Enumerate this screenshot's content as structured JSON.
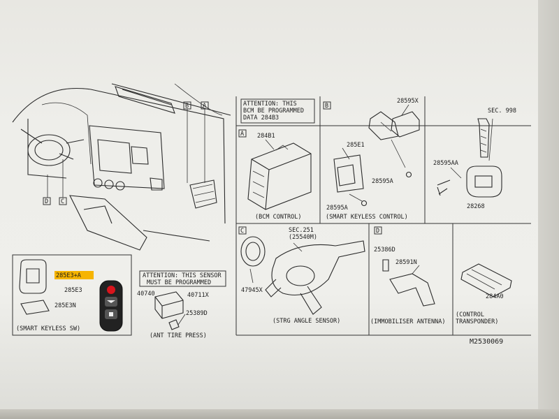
{
  "page_code": "M2530069",
  "attention_bcm": [
    "ATTENTION: THIS",
    "BCM BE PROGRAMMED",
    "DATA 284B3"
  ],
  "attention_sensor": [
    "ATTENTION: THIS SENSOR",
    "MUST BE PROGRAMMED"
  ],
  "panel_letters": {
    "a": "A",
    "b": "B",
    "c": "C",
    "d": "D"
  },
  "part_numbers": {
    "p284b1": "284B1",
    "p28595x": "28595X",
    "p285e1": "285E1",
    "p28595a_1": "28595A",
    "p28595a_2": "28595A",
    "sec998": "SEC. 998",
    "p28595aa": "28595AA",
    "p28268": "28268",
    "sec251": "SEC.251",
    "p25540m": "(25540M)",
    "p47945x": "47945X",
    "p25386d": "25386D",
    "p28591n": "28591N",
    "p284a0": "284A0",
    "p285e3a": "285E3+A",
    "p285e3": "285E3",
    "p285e3n": "285E3N",
    "p40740": "40740",
    "p40711x": "40711X",
    "p25389d": "25389D"
  },
  "captions": {
    "bcm": "(BCM CONTROL)",
    "smart_keyless_control": "(SMART KEYLESS CONTROL)",
    "strg_angle": "(STRG ANGLE SENSOR)",
    "immobiliser": "(IMMOBILISER ANTENNA)",
    "control_transponder_1": "(CONTROL",
    "control_transponder_2": "TRANSPONDER)",
    "smart_keyless_sw": "(SMART KEYLESS SW)",
    "ant_tire_press": "(ANT TIRE PRESS)"
  },
  "colors": {
    "highlight": "#f6b400",
    "ink": "#1c1c1c",
    "key_fob_red": "#d8141c"
  }
}
